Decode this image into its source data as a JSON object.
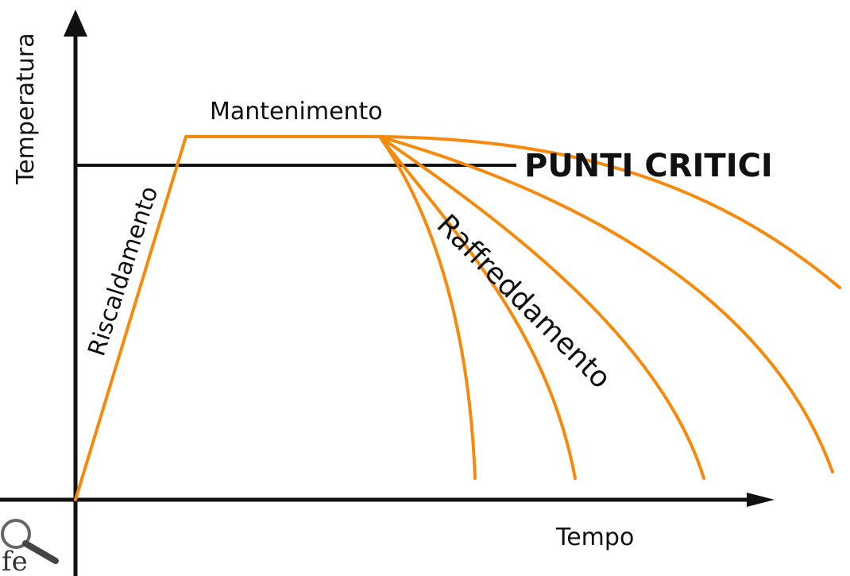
{
  "axes": {
    "y_label": "Temperatura",
    "x_label": "Tempo"
  },
  "phases": {
    "heating": "Riscaldamento",
    "holding": "Mantenimento",
    "cooling": "Raffreddamento"
  },
  "critical_points_label": "PUNTI CRITICI",
  "logo_text": "fe",
  "colors": {
    "curve": "#F7890D",
    "axis": "#111111",
    "text": "#111111"
  },
  "cooling_curves_count": 5
}
